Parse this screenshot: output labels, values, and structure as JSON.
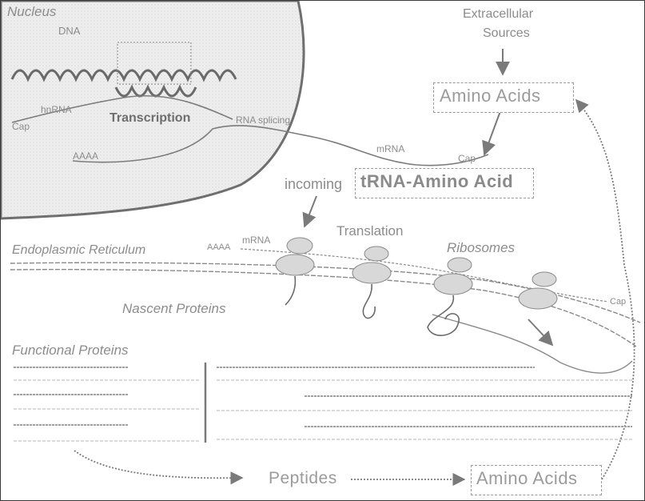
{
  "nucleus": {
    "title": "Nucleus",
    "dna_label": "DNA",
    "hnrna_label": "hnRNA",
    "cap_label": "Cap",
    "transcription_label": "Transcription",
    "splicing_label": "RNA splicing",
    "polya_label": "AAAA"
  },
  "cytoplasm": {
    "mrna_label": "mRNA",
    "cap_label": "Cap"
  },
  "extracellular": {
    "line1": "Extracellular",
    "line2": "Sources"
  },
  "amino_acids_top": "Amino Acids",
  "incoming_label": "incoming",
  "trna_label": "tRNA-Amino Acid",
  "er": {
    "title": "Endoplasmic Reticulum",
    "polya_label": "AAAA",
    "mrna_label": "mRNA",
    "cap_label": "Cap"
  },
  "translation_label": "Translation",
  "ribosomes_label": "Ribosomes",
  "nascent_label": "Nascent Proteins",
  "functional_label": "Functional Proteins",
  "peptides_label": "Peptides",
  "amino_acids_bottom": "Amino Acids",
  "colors": {
    "ink": "#8c8c8c",
    "dark_ink": "#555555",
    "nucleus_fill": "#ececec",
    "ribosome_fill": "#d8d8d8"
  }
}
